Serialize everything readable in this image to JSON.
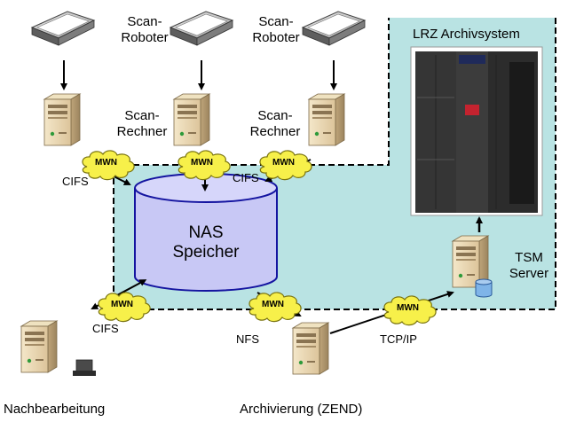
{
  "labels": {
    "scan_roboter_1": "Scan-\nRoboter",
    "scan_roboter_2": "Scan-\nRoboter",
    "scan_rechner_1": "Scan-\nRechner",
    "scan_rechner_2": "Scan-\nRechner",
    "lrz_archiv": "LRZ Archivsystem",
    "cifs_left": "CIFS",
    "cifs_mid": "CIFS",
    "cifs_bottom": "CIFS",
    "nfs": "NFS",
    "tcpip": "TCP/IP",
    "nas": "NAS\nSpeicher",
    "tsm": "TSM\nServer",
    "nachbearbeitung": "Nachbearbeitung",
    "archivierung": "Archivierung (ZEND)",
    "mwn": "MWN"
  },
  "colors": {
    "region_fill": "#b9e3e3",
    "cylinder_fill": "#c8c8f5",
    "cylinder_stroke": "#1414a0",
    "cloud_fill": "#f7f04a",
    "cloud_stroke": "#7a7410"
  }
}
